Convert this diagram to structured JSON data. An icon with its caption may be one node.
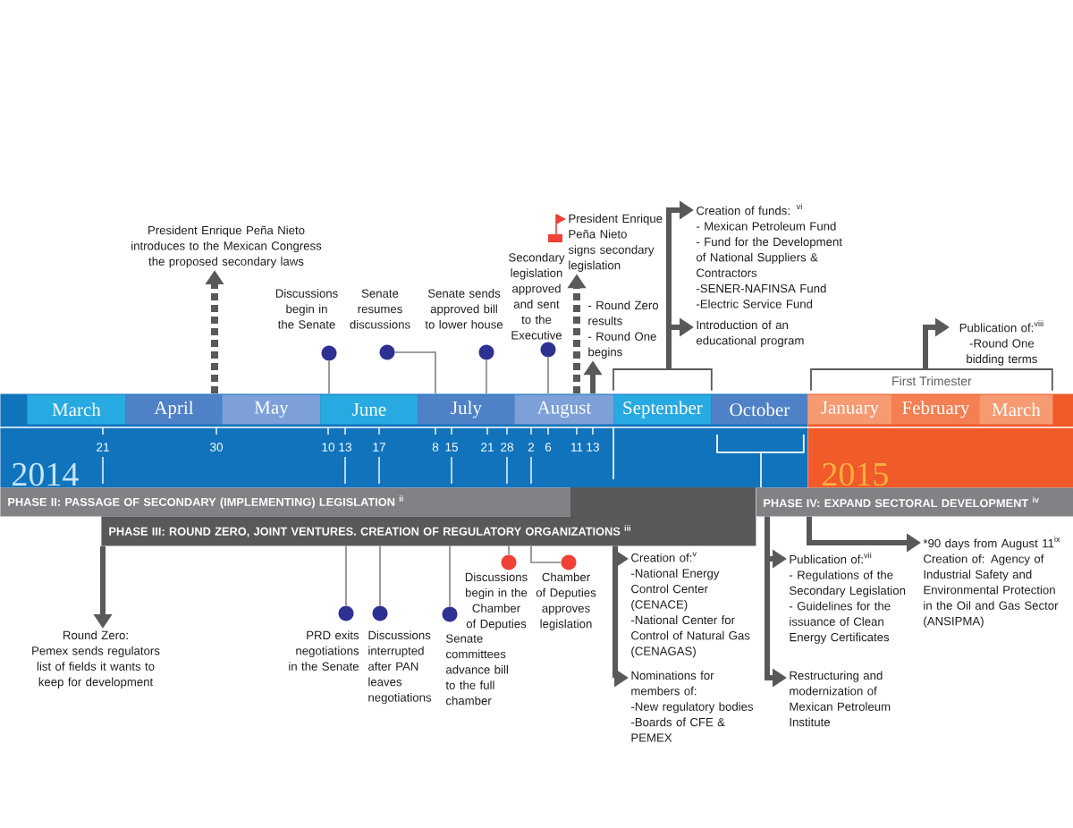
{
  "diagram": {
    "nodes": [
      {
        "text": [
          "2014"
        ]
      },
      {
        "text": [
          "2015"
        ]
      },
      {
        "text": [
          "March"
        ],
        "in": 0
      },
      {
        "text": [
          "April"
        ],
        "in": 0
      },
      {
        "text": [
          "May"
        ],
        "in": 0
      },
      {
        "text": [
          "June"
        ],
        "in": 0
      },
      {
        "text": [
          "July"
        ],
        "in": 0
      },
      {
        "text": [
          "August"
        ],
        "in": 0
      },
      {
        "text": [
          "September"
        ],
        "in": 0
      },
      {
        "text": [
          "October"
        ],
        "in": 0
      },
      {
        "text": [
          "January"
        ],
        "in": 1
      },
      {
        "text": [
          "February"
        ],
        "in": 1
      },
      {
        "text": [
          "March"
        ],
        "in": 1
      },
      {
        "text": [
          "PHASE II: PASSAGE OF SECONDARY (IMPLEMENTING) LEGISLATION $^{ii}$"
        ]
      },
      {
        "text": [
          "PHASE III: ROUND ZERO, JOINT VENTURES. CREATION OF REGULATORY ORGANIZATIONS $^{iii}$"
        ]
      },
      {
        "text": [
          "PHASE IV: EXPAND SECTORAL DEVELOPMENT $^{iv}$"
        ]
      },
      {
        "text": [
          "President Enrique Peña Nieto introduces to the Mexican Congress the proposed secondary laws"
        ]
      },
      {
        "text": [],
        "shape": "circle",
        "beside": [
          "Discussions begin in the Senate"
        ]
      },
      {
        "text": [],
        "shape": "circle",
        "beside": [
          "Senate resumes discussions"
        ]
      },
      {
        "text": [],
        "shape": "circle",
        "beside": [
          "Senate sends approved bill to lower house"
        ]
      },
      {
        "text": [],
        "shape": "circle",
        "beside": [
          "Secondary legislation approved and sent to the Executive"
        ]
      },
      {
        "text": [
          "President Enrique Peña Nieto signs secondary legislation"
        ]
      },
      {
        "text": [
          "- Round Zero results",
          "- Round One begins"
        ]
      },
      {
        "text": [
          "Creation of funds: $^{vi}$",
          "- Mexican Petroleum Fund",
          "- Fund for the Development of National Suppliers & Contractors",
          "-SENER-NAFINSA Fund",
          "-Electric Service Fund"
        ]
      },
      {
        "text": [
          "Introduction of an educational program"
        ]
      },
      {
        "text": [
          "Publication of:$^{viii}$",
          "-Round One bidding terms"
        ]
      },
      {
        "text": [
          "Round Zero:",
          "Pemex sends regulators list of fields it wants to keep for development"
        ]
      },
      {
        "text": [],
        "shape": "circle",
        "beside": [
          "PRD exits negotiations in the Senate"
        ]
      },
      {
        "text": [],
        "shape": "circle",
        "beside": [
          "Discussions interrupted after PAN leaves negotiations"
        ]
      },
      {
        "text": [],
        "shape": "circle",
        "beside": [
          "Senate committees advance bill to the full chamber"
        ]
      },
      {
        "text": [],
        "shape": "circle",
        "beside": [
          "Discussions begin in the Chamber of Deputies"
        ]
      },
      {
        "text": [],
        "shape": "circle",
        "beside": [
          "Chamber of Deputies approves legislation"
        ]
      },
      {
        "text": [
          "Creation of:$^{v}$",
          "-National Energy Control Center (CENACE)",
          "-National Center for Control of Natural Gas (CENAGAS)"
        ]
      },
      {
        "text": [
          "Nominations for members of:",
          "-New regulatory bodies",
          "-Boards of CFE & PEMEX"
        ]
      },
      {
        "text": [
          "Publication of:$^{vii}$",
          "- Regulations of the Secondary Legislation",
          "- Guidelines for the issuance of Clean Energy Certificates"
        ]
      },
      {
        "text": [
          "Restructuring and modernization of Mexican Petroleum Institute"
        ]
      },
      {
        "text": [
          "*90 days from August 11$^{ix}$",
          "Creation of: Agency of Industrial Safety and Environmental Protection in the Oil and Gas Sector (ANSIPMA)"
        ]
      },
      {
        "text": [],
        "shape": "bracket"
      },
      {
        "text": [
          "First Trimester"
        ]
      },
      {
        "text": [],
        "shape": "bracket",
        "in": 0
      }
    ],
    "edges": [
      {
        "from": 0,
        "to": 16,
        "arrow": "to",
        "style": "dashed"
      },
      {
        "from": 17,
        "to": 0,
        "arrow": "none",
        "color": "#808285"
      },
      {
        "from": 18,
        "to": 0,
        "arrow": "none",
        "color": "#808285"
      },
      {
        "from": 19,
        "to": 0,
        "arrow": "none",
        "color": "#808285"
      },
      {
        "from": 20,
        "to": 0,
        "arrow": "none",
        "color": "#808285"
      },
      {
        "from": 0,
        "to": 21,
        "arrow": "to",
        "style": "dashed"
      },
      {
        "from": 0,
        "to": 22,
        "arrow": "to"
      },
      {
        "from": 37,
        "to": 23,
        "arrow": "to"
      },
      {
        "from": 37,
        "to": 24,
        "arrow": "to"
      },
      {
        "from": 38,
        "to": 25,
        "arrow": "to"
      },
      {
        "from": 14,
        "to": 26,
        "arrow": "to"
      },
      {
        "from": 14,
        "to": 27,
        "arrow": "none",
        "color": "#808285"
      },
      {
        "from": 14,
        "to": 28,
        "arrow": "none",
        "color": "#808285"
      },
      {
        "from": 14,
        "to": 29,
        "arrow": "none",
        "color": "#808285"
      },
      {
        "from": 14,
        "to": 30,
        "arrow": "none",
        "color": "#808285"
      },
      {
        "from": 14,
        "to": 31,
        "arrow": "none",
        "color": "#808285"
      },
      {
        "from": 14,
        "to": 32,
        "arrow": "to"
      },
      {
        "from": 14,
        "to": 33,
        "arrow": "to"
      },
      {
        "from": 15,
        "to": 34,
        "arrow": "to"
      },
      {
        "from": 15,
        "to": 35,
        "arrow": "to"
      },
      {
        "from": 15,
        "to": 36,
        "arrow": "to"
      },
      {
        "from": 39,
        "to": 15,
        "arrow": "none",
        "color": "#ffffff"
      }
    ],
    "labels": [
      "21",
      "30",
      "10",
      "13",
      "17",
      "8",
      "15",
      "21",
      "28",
      "2",
      "6",
      "11",
      "13"
    ]
  }
}
